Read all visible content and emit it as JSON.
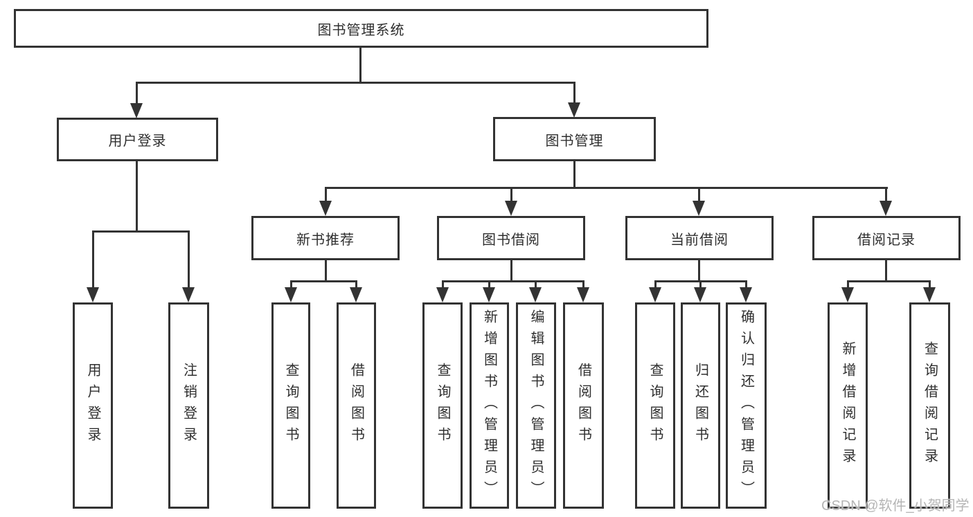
{
  "diagram_title": "图书管理系统",
  "colors": {
    "line": "#333333",
    "text": "#2f2f2f",
    "background": "#ffffff",
    "watermark": "#b5b5b5"
  },
  "tree": {
    "label": "图书管理系统",
    "children": [
      {
        "label": "用户登录",
        "children": [
          {
            "label": "用户登录"
          },
          {
            "label": "注销登录"
          }
        ]
      },
      {
        "label": "图书管理",
        "children": [
          {
            "label": "新书推荐",
            "children": [
              {
                "label": "查询图书"
              },
              {
                "label": "借阅图书"
              }
            ]
          },
          {
            "label": "图书借阅",
            "children": [
              {
                "label": "查询图书"
              },
              {
                "label": "新增图书（管理员）"
              },
              {
                "label": "编辑图书（管理员）"
              },
              {
                "label": "借阅图书"
              }
            ]
          },
          {
            "label": "当前借阅",
            "children": [
              {
                "label": "查询图书"
              },
              {
                "label": "归还图书"
              },
              {
                "label": "确认归还（管理员）"
              }
            ]
          },
          {
            "label": "借阅记录",
            "children": [
              {
                "label": "新增借阅记录"
              },
              {
                "label": "查询借阅记录"
              }
            ]
          }
        ]
      }
    ]
  },
  "watermark": {
    "text": "CSDN @软件_小贺同学"
  }
}
